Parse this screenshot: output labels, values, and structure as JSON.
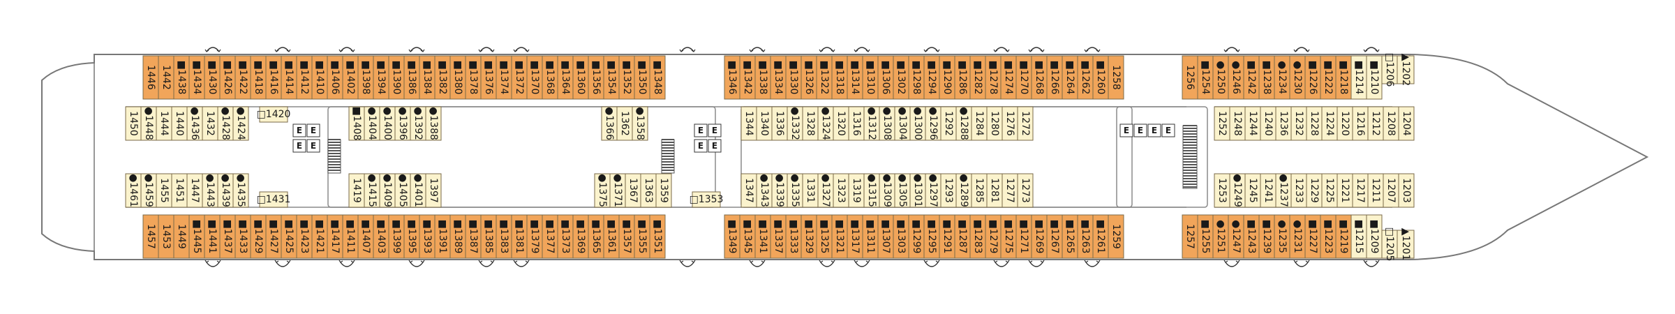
{
  "colors": {
    "balcony": "#F1A55A",
    "inside": "#FBF3CD",
    "cabin_border": "#7A6A48",
    "hull": "#777777",
    "corridor": "#8A8A8A",
    "stairs": "#555555",
    "connector": "#333333"
  },
  "icons": {
    "connecting": "connecting-arrow-icon",
    "accessible_square": "square-symbol-icon",
    "third_berth": "dot-symbol-icon",
    "elevator": "elevator-icon",
    "stairs": "stairs-icon"
  },
  "elevator_label": "E",
  "rows": {
    "top_outer_a": {
      "type": "balcony",
      "cabins": [
        "1446",
        "1442",
        "1438",
        "1434",
        "1430",
        "1426",
        "1422",
        "1418",
        "1416",
        "1414",
        "1412",
        "1410",
        "1406",
        "1402",
        "1398",
        "1394",
        "1390",
        "1386",
        "1384",
        "1382",
        "1380",
        "1378",
        "1376",
        "1374",
        "1372",
        "1370",
        "1368",
        "1364",
        "1360",
        "1356",
        "1354",
        "1352",
        "1350",
        "1348"
      ],
      "marks": {
        "1438": "■",
        "1434": "■",
        "1430": "■",
        "1426": "■",
        "1422": "■",
        "1418": "■",
        "1416": "■",
        "1414": "■",
        "1412": "■",
        "1410": "■",
        "1406": "■",
        "1402": "■",
        "1398": "■",
        "1394": "■",
        "1390": "■",
        "1386": "■",
        "1384": "■",
        "1382": "■",
        "1380": "■",
        "1378": "■",
        "1376": "■",
        "1374": "■",
        "1372": "■",
        "1370": "■",
        "1368": "■",
        "1364": "■",
        "1360": "■",
        "1356": "■",
        "1354": "■",
        "1352": "■",
        "1350": "■",
        "1348": "■"
      }
    },
    "top_outer_b": {
      "type": "balcony",
      "cabins": [
        "1346",
        "1342",
        "1338",
        "1334",
        "1330",
        "1326",
        "1322",
        "1318",
        "1314",
        "1310",
        "1306",
        "1302",
        "1298",
        "1294",
        "1290",
        "1286",
        "1282",
        "1278",
        "1274",
        "1270",
        "1268",
        "1266",
        "1264",
        "1262",
        "1260",
        "1258"
      ],
      "marks": {
        "1346": "■",
        "1342": "■",
        "1338": "■",
        "1334": "■",
        "1330": "■",
        "1326": "■",
        "1322": "■",
        "1318": "■",
        "1314": "■",
        "1310": "■",
        "1306": "■",
        "1302": "■",
        "1298": "■",
        "1294": "■",
        "1290": "■",
        "1286": "■",
        "1282": "■",
        "1278": "■",
        "1274": "■",
        "1270": "■",
        "1268": "■",
        "1266": "■",
        "1264": "■",
        "1262": "■",
        "1260": "■"
      }
    },
    "top_outer_c": {
      "type": "balcony",
      "cabins": [
        "1256",
        "1254",
        "1250",
        "1246",
        "1242",
        "1238",
        "1234",
        "1230",
        "1226",
        "1222",
        "1218"
      ],
      "marks": {
        "1254": "■",
        "1250": "●",
        "1246": "●",
        "1242": "■",
        "1238": "■",
        "1234": "●",
        "1230": "●",
        "1226": "■",
        "1222": "■",
        "1218": "■"
      }
    },
    "top_outer_c_light": {
      "type": "inside",
      "cabins": [
        "1214",
        "1210"
      ],
      "marks": {
        "1214": "■",
        "1210": "■"
      }
    },
    "top_inner_a": {
      "type": "inside",
      "cabins": [
        "1450",
        "1448",
        "1444",
        "1440",
        "1436",
        "1432",
        "1428",
        "1424"
      ],
      "marks": {
        "1448": "●",
        "1436": "●",
        "1428": "●",
        "1424": "●"
      }
    },
    "top_inner_b": {
      "type": "inside",
      "cabins": [
        "1408",
        "1404",
        "1400",
        "1396",
        "1392",
        "1388"
      ],
      "marks": {
        "1408": "■",
        "1404": "●",
        "1400": "●",
        "1396": "●",
        "1392": "●",
        "1388": "●"
      }
    },
    "top_inner_c": {
      "type": "inside",
      "cabins": [
        "1366",
        "1362",
        "1358"
      ],
      "marks": {
        "1366": "●",
        "1358": "●"
      }
    },
    "top_inner_d": {
      "type": "inside",
      "cabins": [
        "1344",
        "1340",
        "1336",
        "1332",
        "1328",
        "1324",
        "1320",
        "1316",
        "1312",
        "1308",
        "1304",
        "1300",
        "1296",
        "1292",
        "1288",
        "1284",
        "1280",
        "1276",
        "1272"
      ],
      "marks": {
        "1332": "●",
        "1324": "●",
        "1312": "●",
        "1308": "●",
        "1304": "●",
        "1300": "●",
        "1296": "●",
        "1288": "●"
      }
    },
    "top_inner_e": {
      "type": "inside",
      "cabins": [
        "1252",
        "1248",
        "1244",
        "1240",
        "1236",
        "1232",
        "1228",
        "1224",
        "1220",
        "1216",
        "1212",
        "1208",
        "1204"
      ],
      "marks": {}
    },
    "bottom_inner_a": {
      "type": "inside",
      "cabins": [
        "1461",
        "1459",
        "1455",
        "1451",
        "1447",
        "1443",
        "1439",
        "1435"
      ],
      "marks": {
        "1461": "●",
        "1459": "●",
        "1443": "●",
        "1439": "●",
        "1435": "●"
      }
    },
    "bottom_inner_b": {
      "type": "inside",
      "cabins": [
        "1419",
        "1415",
        "1409",
        "1405",
        "1401",
        "1397"
      ],
      "marks": {
        "1415": "●",
        "1409": "●",
        "1405": "●",
        "1401": "●"
      }
    },
    "bottom_inner_c": {
      "type": "inside",
      "cabins": [
        "1375",
        "1371",
        "1367",
        "1363",
        "1359"
      ],
      "marks": {
        "1375": "●",
        "1371": "●"
      }
    },
    "bottom_inner_d": {
      "type": "inside",
      "cabins": [
        "1347",
        "1343",
        "1339",
        "1335",
        "1331",
        "1327",
        "1323",
        "1319",
        "1315",
        "1309",
        "1305",
        "1301",
        "1297",
        "1293",
        "1289",
        "1285",
        "1281",
        "1277",
        "1273"
      ],
      "marks": {
        "1343": "●",
        "1339": "●",
        "1335": "●",
        "1327": "●",
        "1315": "●",
        "1309": "●",
        "1305": "●",
        "1301": "●",
        "1297": "●",
        "1289": "●"
      }
    },
    "bottom_inner_e": {
      "type": "inside",
      "cabins": [
        "1253",
        "1249",
        "1245",
        "1241",
        "1237",
        "1233",
        "1229",
        "1225",
        "1221",
        "1217",
        "1211",
        "1207",
        "1203"
      ],
      "marks": {
        "1249": "●",
        "1237": "●"
      }
    },
    "bottom_outer_a": {
      "type": "balcony",
      "cabins": [
        "1457",
        "1453",
        "1449",
        "1445",
        "1441",
        "1437",
        "1433",
        "1429",
        "1427",
        "1425",
        "1423",
        "1421",
        "1417",
        "1411",
        "1407",
        "1403",
        "1399",
        "1395",
        "1393",
        "1391",
        "1389",
        "1387",
        "1385",
        "1383",
        "1381",
        "1379",
        "1377",
        "1373",
        "1369",
        "1365",
        "1361",
        "1357",
        "1355",
        "1351"
      ],
      "marks": {
        "1445": "■",
        "1441": "■",
        "1437": "■",
        "1433": "■",
        "1429": "■",
        "1427": "■",
        "1425": "■",
        "1423": "■",
        "1421": "■",
        "1417": "■",
        "1411": "■",
        "1407": "■",
        "1403": "■",
        "1399": "■",
        "1395": "■",
        "1393": "■",
        "1391": "■",
        "1389": "■",
        "1387": "■",
        "1385": "■",
        "1383": "■",
        "1381": "■",
        "1379": "■",
        "1377": "■",
        "1373": "■",
        "1369": "■",
        "1365": "■",
        "1361": "■",
        "1357": "■",
        "1355": "■",
        "1351": "■"
      }
    },
    "bottom_outer_b": {
      "type": "balcony",
      "cabins": [
        "1349",
        "1345",
        "1341",
        "1337",
        "1333",
        "1329",
        "1325",
        "1321",
        "1317",
        "1311",
        "1307",
        "1303",
        "1299",
        "1295",
        "1291",
        "1287",
        "1283",
        "1279",
        "1275",
        "1271",
        "1269",
        "1267",
        "1265",
        "1263",
        "1261",
        "1259"
      ],
      "marks": {
        "1349": "■",
        "1345": "■",
        "1341": "■",
        "1337": "■",
        "1333": "■",
        "1329": "■",
        "1325": "■",
        "1321": "■",
        "1317": "■",
        "1311": "■",
        "1307": "■",
        "1303": "■",
        "1299": "■",
        "1295": "■",
        "1291": "■",
        "1287": "■",
        "1283": "■",
        "1279": "■",
        "1275": "■",
        "1271": "■",
        "1269": "■",
        "1267": "■",
        "1265": "■",
        "1263": "■",
        "1261": "■"
      }
    },
    "bottom_outer_c": {
      "type": "balcony",
      "cabins": [
        "1257",
        "1255",
        "1251",
        "1247",
        "1243",
        "1239",
        "1235",
        "1231",
        "1227",
        "1223",
        "1219"
      ],
      "marks": {
        "1255": "■",
        "1251": "●",
        "1247": "●",
        "1243": "■",
        "1239": "■",
        "1235": "●",
        "1231": "●",
        "1227": "■",
        "1223": "■",
        "1219": "■"
      }
    },
    "bottom_outer_c_light": {
      "type": "inside",
      "cabins": [
        "1215",
        "1209"
      ],
      "marks": {
        "1215": "■",
        "1209": "■"
      }
    }
  },
  "special_cabins": {
    "upper_bow": [
      "1206",
      "1202"
    ],
    "lower_bow": [
      "1205",
      "1201"
    ],
    "upper_misc": [
      "1420"
    ],
    "lower_misc": [
      "1431",
      "1353"
    ]
  }
}
